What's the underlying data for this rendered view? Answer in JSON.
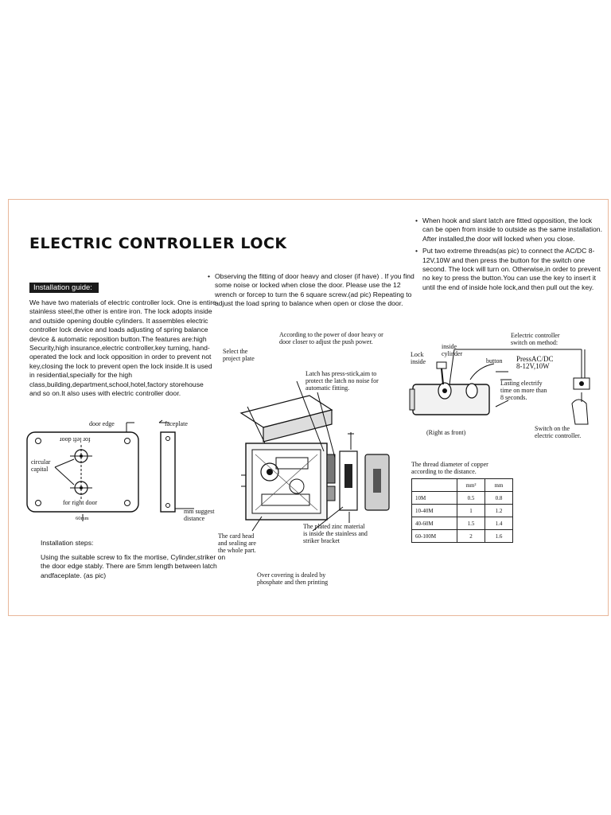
{
  "title": "ELECTRIC CONTROLLER LOCK",
  "installation_guide_label": "Installation guide:",
  "intro_text": "We have two materials of electric controller lock. One is entire stainless steel,the other is entire iron. The lock adopts inside and outside opening double cylinders. It assembles electric controller lock device and loads adjusting of spring balance device & automatic reposition button.The features are:high Security,high insurance,electric controller,key turning, hand-operated the lock and lock opposition in order to prevent not key,closing the lock to prevent open the lock inside.It is used in residential,specially for the high class,building,department,school,hotel,factory storehouse and so on.It also uses with electric controller door.",
  "installation_steps_heading": "Installation steps:",
  "installation_steps_text": "Using the suitable screw to fix the mortise, Cylinder,striker on the door edge stably. There are 5mm length between latch andfaceplate. (as pic)",
  "bullet_symbol": "•",
  "middle_bullet": "Observing the fitting of door heavy and closer  (if have) . If you find some noise or locked when close the door. Please use the 12 wrench or forcep to turn the 6 square screw.(ad pic) Repeating to adjust the load spring to balance when open or close the door.",
  "right_bullets": [
    "When hook and slant latch are fitted opposition, the lock can be open from inside to outside as the same installation. After installed,the door will locked when you close.",
    "Put two extreme threads(as pic) to connect the AC/DC 8-12V,10W and then press the button for the switch one second. The lock will turn on. Otherwise,in order to prevent no key to press the button.You can use the key to insert it until the end of inside hole lock,and then pull out the key."
  ],
  "diagram_left": {
    "door_edge": "door edge",
    "faceplate": "faceplate",
    "for_left_door": "for left door",
    "circular_capital": [
      "circular",
      "capital"
    ],
    "for_right_door": "for right door",
    "dimension": "60mm",
    "suggest_distance": [
      "mm suggest",
      "distance"
    ]
  },
  "diagram_middle": {
    "power_note": [
      "According to the power of door heavy or",
      "door closer to adjust the push power."
    ],
    "select_plate": [
      "Select the",
      "project plate"
    ],
    "latch_note": [
      "Latch has press-stick,aim to",
      "protect the latch no noise for",
      "automatic fitting."
    ],
    "card_head": [
      "The card head",
      "and sealing are",
      "the whole part."
    ],
    "plated_zinc": [
      "The plated zinc material",
      "is inside the stainless and",
      "striker bracket"
    ],
    "over_covering": [
      "Over covering is dealed by",
      "phosphate and then printing"
    ]
  },
  "diagram_right": {
    "switch_method": [
      "Eelectric controller",
      "switch on method:"
    ],
    "lock_inside": [
      "Lock",
      "inside"
    ],
    "inside_cylinder": [
      "inside",
      "cylinder"
    ],
    "button": "button",
    "power_spec": [
      "PressAC/DC",
      "8-12V,10W"
    ],
    "lasting": [
      "Lasting electrify",
      "time on more than",
      "8 seconds."
    ],
    "right_as_front": "(Right as front)",
    "switch_on": [
      "Switch on the",
      "electric controller."
    ]
  },
  "thread_table": {
    "caption": [
      "The thread diameter of copper",
      "according to the distance."
    ],
    "headers": [
      "",
      "mm²",
      "mm"
    ],
    "rows": [
      [
        "10M",
        "0.5",
        "0.8"
      ],
      [
        "10-40M",
        "1",
        "1.2"
      ],
      [
        "40-60M",
        "1.5",
        "1.4"
      ],
      [
        "60-100M",
        "2",
        "1.6"
      ]
    ]
  }
}
